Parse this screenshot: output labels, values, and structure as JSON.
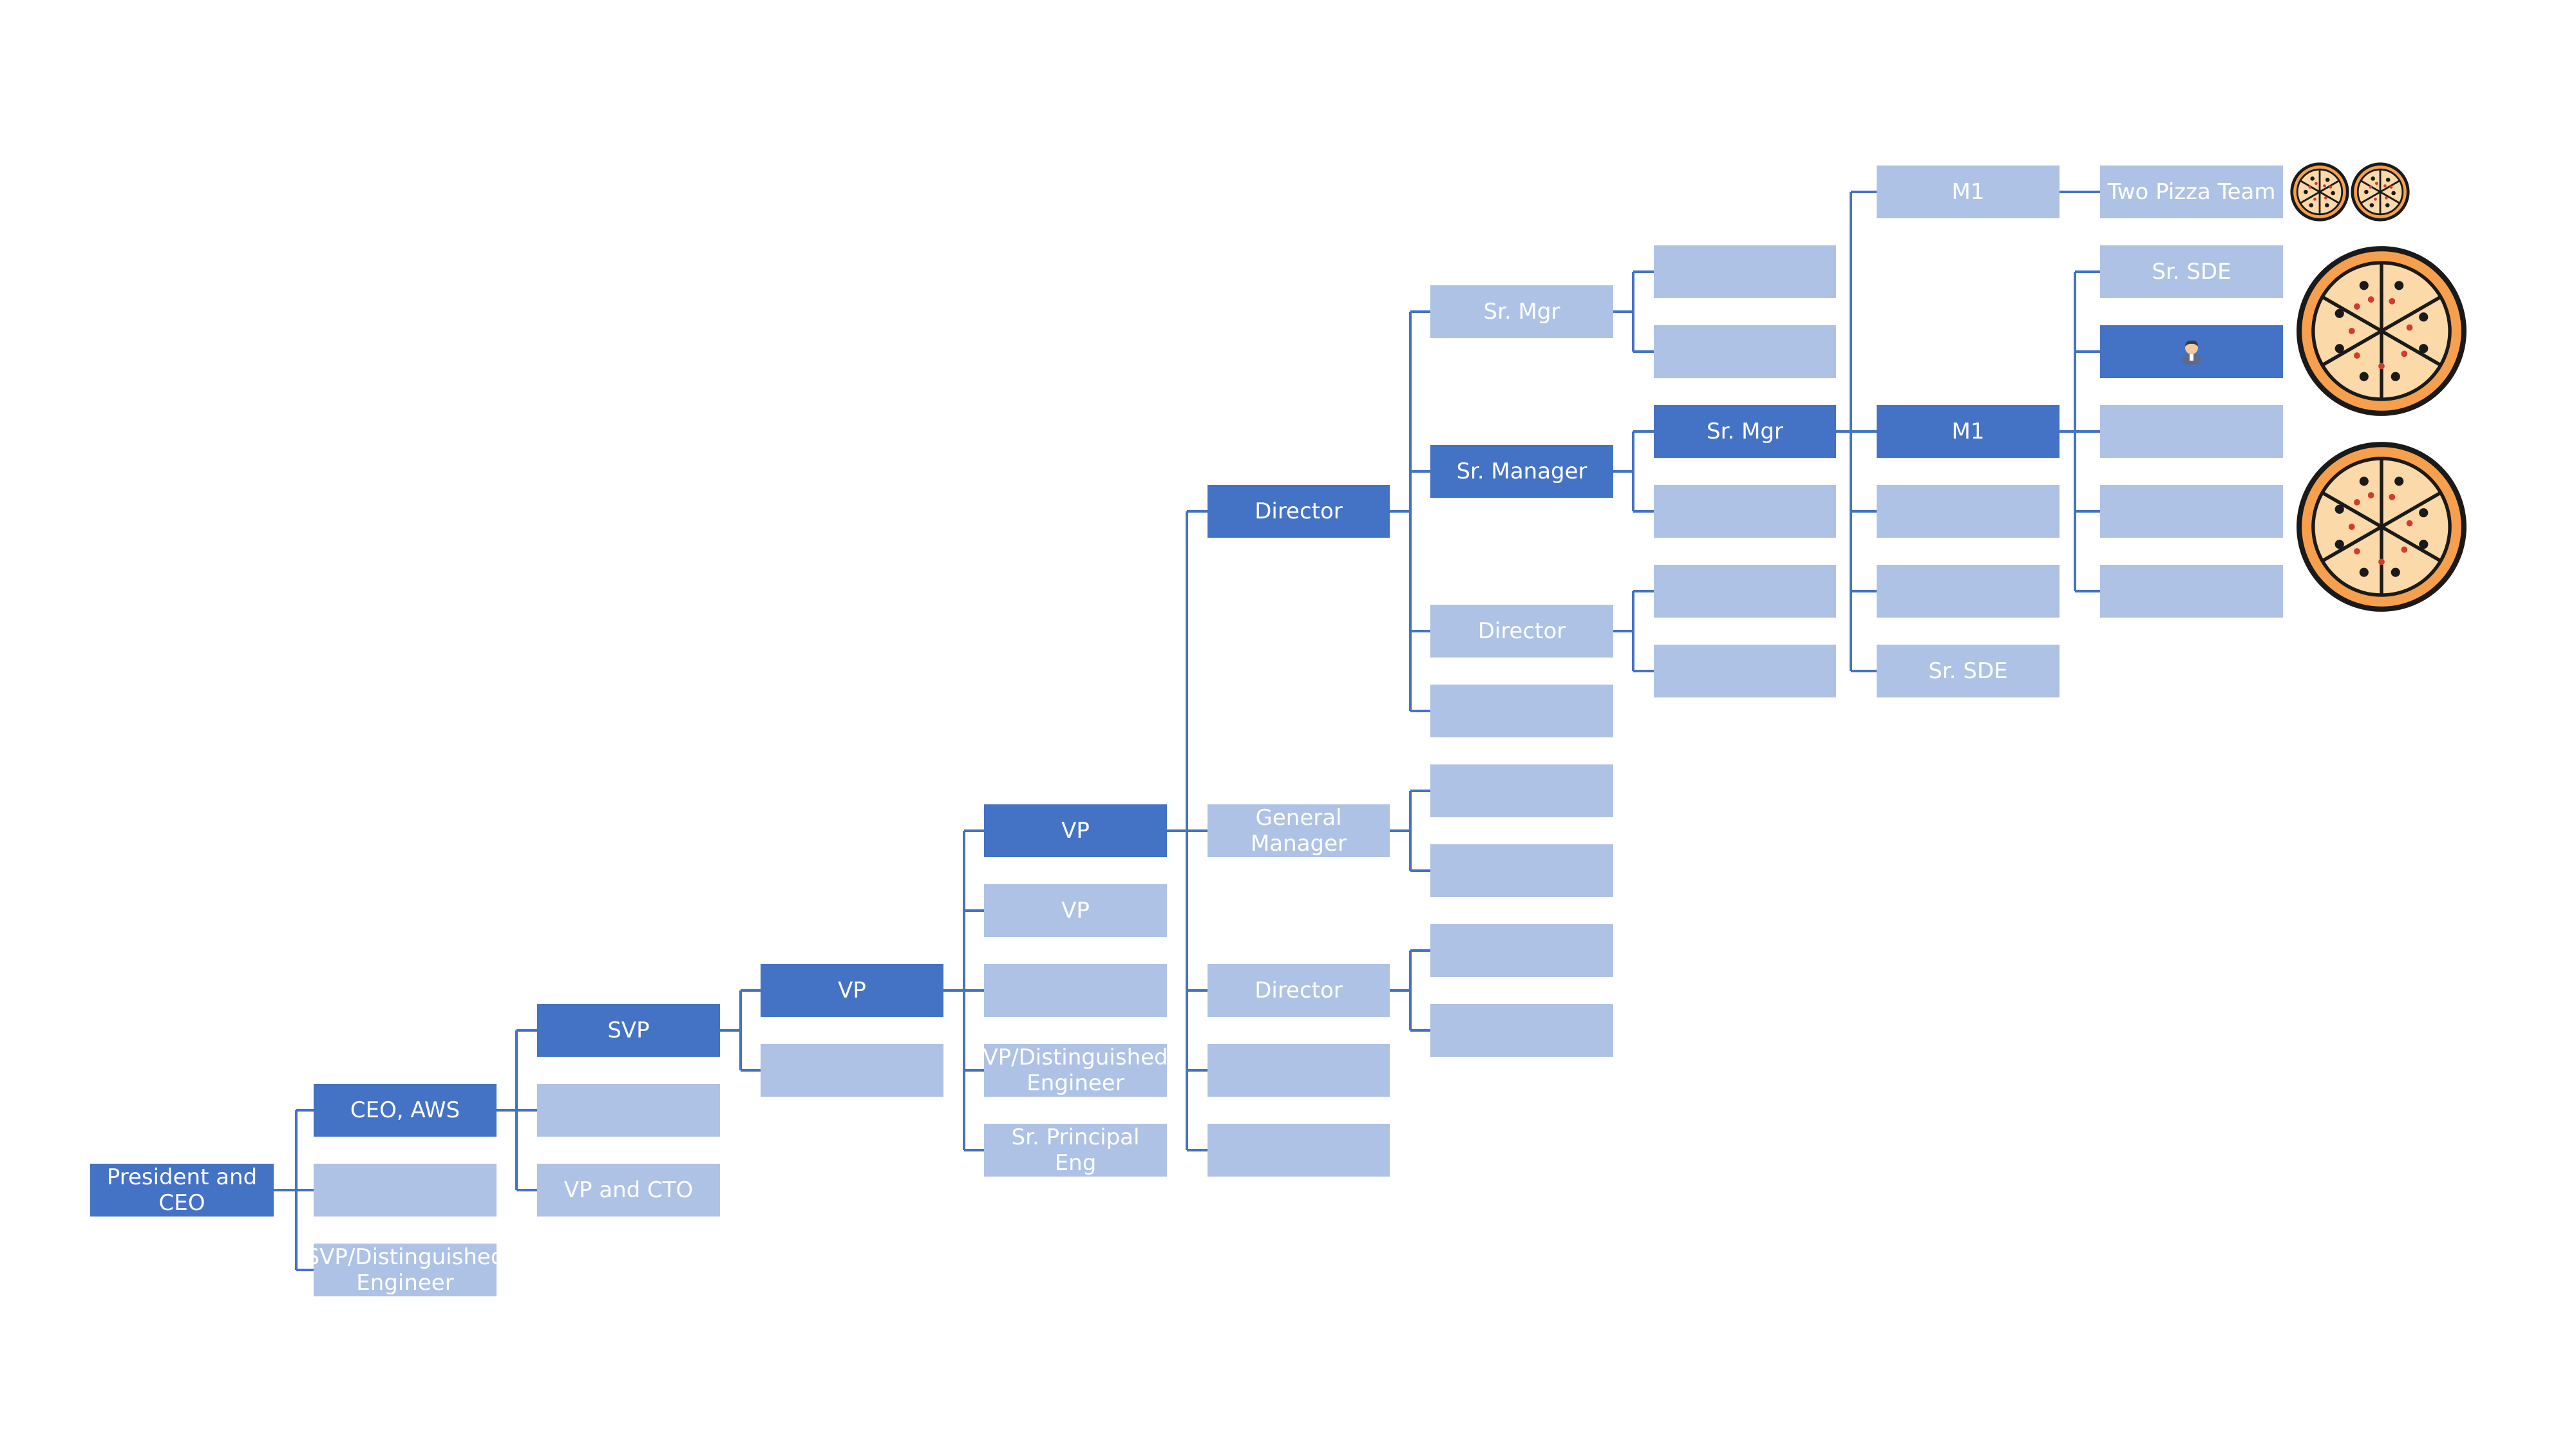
{
  "colors": {
    "primary": "#4472c4",
    "secondary": "#aec2e6",
    "connector": "#4472c4",
    "text": "#ffffff"
  },
  "nodes": {
    "president_ceo": "President and CEO",
    "ceo_aws": "CEO, AWS",
    "c1_blank": "",
    "svp_distinguished_engineer": "SVP/Distinguished Engineer",
    "svp": "SVP",
    "svp_blank": "",
    "vp_and_cto": "VP and CTO",
    "vp_l3": "VP",
    "vp_l3_blank": "",
    "vp_l4_main": "VP",
    "vp_l4_second": "VP",
    "vp_l4_blank": "",
    "vp_distinguished_engineer": "VP/Distinguished Engineer",
    "sr_principal_eng": "Sr. Principal Eng",
    "director_main": "Director",
    "general_manager": "General Manager",
    "director_l5": "Director",
    "l5_blank_1": "",
    "l5_blank_2": "",
    "sr_mgr_top": "Sr. Mgr",
    "sr_manager": "Sr. Manager",
    "director_l6": "Director",
    "l6_blank_dir": "",
    "gm_child_1": "",
    "gm_child_2": "",
    "dir_child_1": "",
    "dir_child_2": "",
    "srmgr_top_child_1": "",
    "srmgr_top_child_2": "",
    "sr_mgr_main": "Sr. Mgr",
    "srmanager_child_2": "",
    "dir6_child_1": "",
    "dir6_child_2": "",
    "m1_top": "M1",
    "m1_main": "M1",
    "l8_blank_1": "",
    "l8_blank_2": "",
    "sr_sde_l8": "Sr. SDE",
    "two_pizza_team": "Two Pizza Team",
    "sr_sde_l9": "Sr. SDE",
    "you_box": "",
    "l9_blank_1": "",
    "l9_blank_2": "",
    "l9_blank_3": ""
  },
  "icons": {
    "small_pizza": "pizza-icon",
    "large_pizza": "pizza-icon",
    "person": "person-icon"
  }
}
